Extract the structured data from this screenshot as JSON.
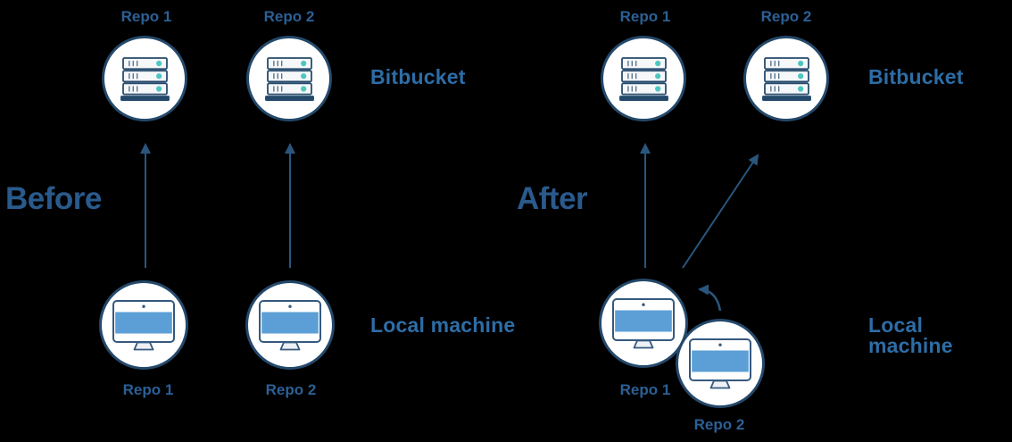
{
  "diagram": {
    "background_color": "#000000",
    "accent_colors": {
      "navy_outline": "#24496B",
      "monitor_outline": "#35597F",
      "arrow_blue": "#2A567E",
      "heading_blue": "#2A5A8C",
      "repo_label_blue": "#2B6096",
      "service_label_blue": "#2D6DA6",
      "monitor_screen_blue": "#5C9FD6",
      "server_led_teal": "#50C6C0"
    },
    "icons": {
      "remote": "server-rack-icon",
      "local": "desktop-monitor-icon",
      "push": "up-arrow-icon",
      "move": "curved-left-arrow-icon"
    },
    "panels": {
      "before": {
        "heading": "Before",
        "remote_label": "Bitbucket",
        "local_label": "Local machine",
        "remote_repos": [
          {
            "label": "Repo 1"
          },
          {
            "label": "Repo 2"
          }
        ],
        "local_repos": [
          {
            "label": "Repo 1"
          },
          {
            "label": "Repo 2"
          }
        ]
      },
      "after": {
        "heading": "After",
        "remote_label": "Bitbucket",
        "local_label": "Local machine",
        "remote_repos": [
          {
            "label": "Repo 1"
          },
          {
            "label": "Repo 2"
          }
        ],
        "local_repos": [
          {
            "label": "Repo 1"
          },
          {
            "label": "Repo 2"
          }
        ]
      }
    }
  }
}
